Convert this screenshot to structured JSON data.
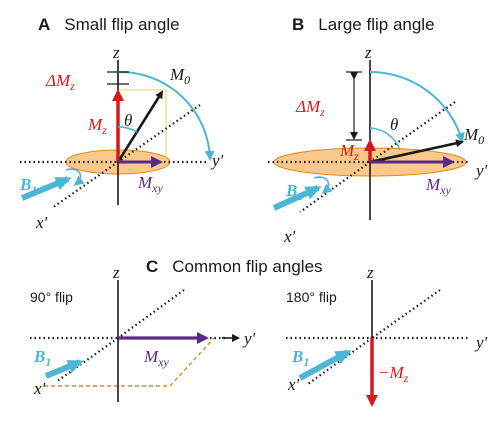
{
  "panel_a": {
    "letter": "A",
    "title": "Small flip angle",
    "z": "z",
    "y": "y'",
    "x": "x'",
    "m0": "M",
    "m0_sub": "0",
    "dmz": "ΔM",
    "dmz_sub": "z",
    "mz": "M",
    "mz_sub": "z",
    "theta": "θ",
    "mxy": "M",
    "mxy_sub": "xy",
    "b1": "B",
    "b1_sub": "1"
  },
  "panel_b": {
    "letter": "B",
    "title": "Large flip angle",
    "z": "z",
    "y": "y'",
    "x": "x'",
    "m0": "M",
    "m0_sub": "0",
    "dmz": "ΔM",
    "dmz_sub": "z",
    "mz": "M",
    "mz_sub": "z",
    "theta": "θ",
    "mxy": "M",
    "mxy_sub": "xy",
    "b1": "B",
    "b1_sub": "1"
  },
  "panel_c": {
    "letter": "C",
    "title": "Common flip angles",
    "left": {
      "caption": "90° flip",
      "z": "z",
      "y": "y'",
      "x": "x'",
      "mxy": "M",
      "mxy_sub": "xy",
      "b1": "B",
      "b1_sub": "1"
    },
    "right": {
      "caption": "180° flip",
      "z": "z",
      "y": "y'",
      "x": "x'",
      "neg_mz": "−M",
      "neg_mz_sub": "z",
      "b1": "B",
      "b1_sub": "1"
    }
  },
  "colors": {
    "red": "#d7191c",
    "purple": "#5b2a86",
    "cyan": "#4bb6d6",
    "orange_fill": "#f8c98a",
    "orange_stroke": "#e08a1e",
    "black": "#1a1a1a"
  }
}
